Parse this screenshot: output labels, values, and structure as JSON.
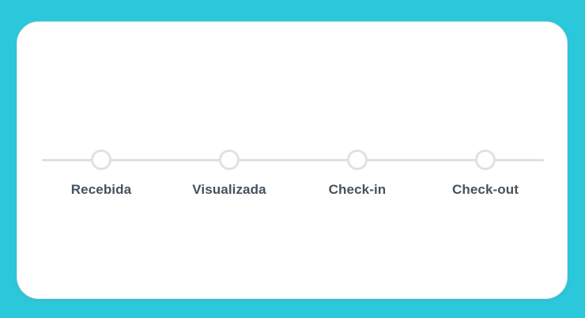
{
  "page": {
    "background_color": "#2bc8db"
  },
  "card": {
    "background_color": "#ffffff",
    "border_color": "#e4e8ec"
  },
  "stepper": {
    "name": "order-status-stepper",
    "track_color": "#dce1e7",
    "dot_fill_color": "#ffffff",
    "dot_border_color": "#dde2e7",
    "label_color": "#46525e",
    "active_index": -1,
    "steps": [
      {
        "label": "Recebida",
        "state": "inactive",
        "position_pct": 0
      },
      {
        "label": "Visualizada",
        "state": "inactive",
        "position_pct": 33.33
      },
      {
        "label": "Check-in",
        "state": "inactive",
        "position_pct": 66.67
      },
      {
        "label": "Check-out",
        "state": "inactive",
        "position_pct": 100
      }
    ]
  }
}
